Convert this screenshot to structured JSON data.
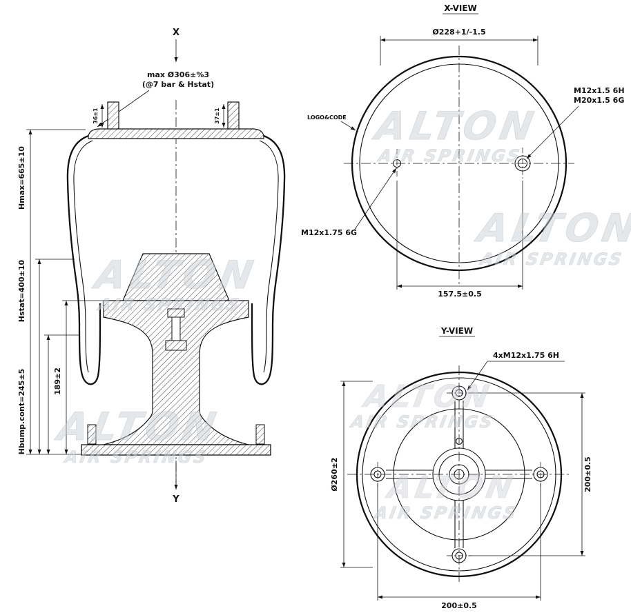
{
  "watermark": {
    "line1": "ALTON",
    "line2": "AIR SPRINGS"
  },
  "section_view": {
    "axis_top_label": "X",
    "axis_bottom_label": "Y",
    "max_dia_line1": "max Ø306±%3",
    "max_dia_line2": "(@7 bar & Hstat)",
    "stud_left_dim": "36±1",
    "stud_right_dim": "37±1",
    "dim_hmax": "Hmax=665±10",
    "dim_hstat": "Hstat=400±10",
    "dim_hbump": "Hbump.cont=245±5",
    "dim_piston": "189±2"
  },
  "x_view": {
    "title": "X-VIEW",
    "dim_outer_dia": "Ø228+1/-1.5",
    "thread_label_line1": "M12x1.5 6H",
    "thread_label_line2": "M20x1.5 6G",
    "stud_label": "M12x1.75 6G",
    "logo_label": "LOGO&CODE",
    "dim_stud_spacing": "157.5±0.5"
  },
  "y_view": {
    "title": "Y-VIEW",
    "bolt_label": "4xM12x1.75 6H",
    "dim_flange_dia": "Ø260±2",
    "dim_vertical": "200±0.5",
    "dim_horizontal": "200±0.5"
  }
}
